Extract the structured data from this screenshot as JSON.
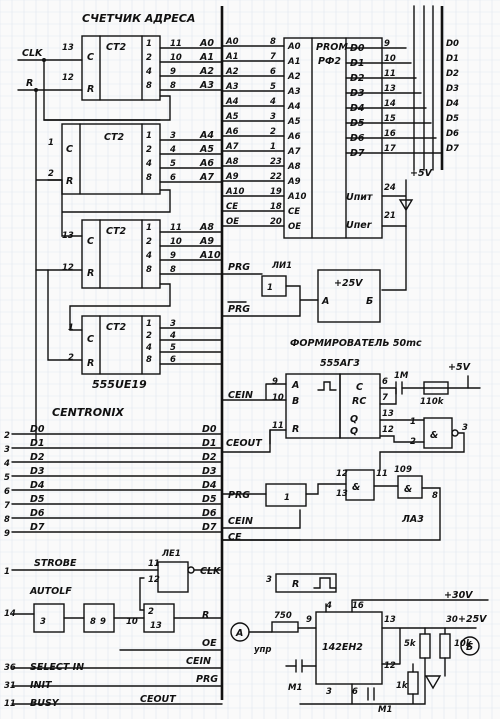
{
  "titles": {
    "address_counter": "СЧЕТЧИК АДРЕСА",
    "centronix": "CENTRONIX",
    "pulse_former": "ФОРМИРОВАТЕЛЬ 50mc",
    "counter_chip": "555UE19"
  },
  "counter": {
    "clk": "CLK",
    "r": "R",
    "clk_pin": "13",
    "r_pin": "12",
    "ct_label": "CT2",
    "c_label": "C",
    "r_label": "R",
    "weights": [
      "1",
      "2",
      "4",
      "8"
    ],
    "c1_pins": [
      "11",
      "10",
      "9",
      "8"
    ],
    "c1_outs": [
      "A0",
      "A1",
      "A2",
      "A3"
    ],
    "c2_pins": [
      "3",
      "4",
      "5",
      "6"
    ],
    "c2_outs": [
      "A4",
      "A5",
      "A6",
      "A7"
    ],
    "c3_pins": [
      "11",
      "10",
      "9",
      "8"
    ],
    "c3_outs": [
      "A8",
      "A9",
      "A10"
    ],
    "c4_pins": [
      "3",
      "4",
      "5",
      "6"
    ],
    "c2_in": [
      "1",
      "2"
    ],
    "c3_in": [
      "13",
      "12"
    ],
    "c4_in": [
      "1",
      "2"
    ]
  },
  "prom": {
    "title": "PROM",
    "type": "РФ2",
    "in_labels": [
      "A0",
      "A1",
      "A2",
      "A3",
      "A4",
      "A5",
      "A6",
      "A7",
      "A8",
      "A9",
      "A10",
      "CE",
      "OE"
    ],
    "in_pins": [
      "8",
      "7",
      "6",
      "5",
      "4",
      "3",
      "2",
      "1",
      "23",
      "22",
      "19",
      "18",
      "20"
    ],
    "chip_in": [
      "A0",
      "A1",
      "A2",
      "A3",
      "A4",
      "A5",
      "A6",
      "A7",
      "A8",
      "A9",
      "A10",
      "CE",
      "OE"
    ],
    "out_labels": [
      "D0",
      "D1",
      "D2",
      "D3",
      "D4",
      "D5",
      "D6",
      "D7"
    ],
    "out_pins": [
      "9",
      "10",
      "11",
      "13",
      "14",
      "15",
      "16",
      "17"
    ],
    "bus_outs": [
      "D0",
      "D1",
      "D2",
      "D3",
      "D4",
      "D5",
      "D6",
      "D7"
    ],
    "upr": "Uпит",
    "uper": "Uпer",
    "upr_pin": "24",
    "uper_pin": "21",
    "plus5": "+5V"
  },
  "prog": {
    "prg": "PRG",
    "prg_bar": "PRG",
    "gate": "ЛИ1",
    "pin": "1",
    "v25": "+25V",
    "a": "A",
    "b": "Б"
  },
  "former": {
    "chip": "555АГ3",
    "cein": "CEIN",
    "ceout": "CEOUT",
    "a": "A",
    "b": "B",
    "r": "R",
    "c": "C",
    "rc": "RC",
    "q": "Q",
    "pins": [
      "9",
      "10",
      "11",
      "6",
      "7",
      "13",
      "12"
    ],
    "cap": "1M",
    "res": "110k",
    "plus5": "+5V",
    "la3": "ЛА3",
    "gate_pins": [
      "1",
      "2",
      "3",
      "12",
      "13",
      "11",
      "10",
      "9",
      "8"
    ]
  },
  "centronix": {
    "pins": [
      "2",
      "3",
      "4",
      "5",
      "6",
      "7",
      "8",
      "9"
    ],
    "left": [
      "D0",
      "D1",
      "D2",
      "D3",
      "D4",
      "D5",
      "D6",
      "D7"
    ],
    "right": [
      "D0",
      "D1",
      "D2",
      "D3",
      "D4",
      "D5",
      "D6",
      "D7"
    ],
    "strobe": "STROBE",
    "strobe_pin": "1",
    "autolf": "AUTOLF",
    "autolf_pin": "14",
    "selectin": "SELECT IN",
    "selectin_pin": "36",
    "init": "INIT",
    "init_pin": "31",
    "busy": "BUSY",
    "busy_pin": "11",
    "le1": "ЛЕ1",
    "clk": "CLK",
    "r": "R",
    "oe": "OE",
    "cein": "CEIN",
    "prg": "PRG",
    "ceout": "CEOUT",
    "ceout_right": "CEOUT",
    "ce": "CE",
    "cein_out": "CEIN",
    "extra_pins": [
      "3",
      "8",
      "9",
      "10",
      "2",
      "13",
      "12"
    ]
  },
  "power": {
    "chip": "142ЕН2",
    "p30": "+30V",
    "p25": "+25V",
    "a": "A",
    "b": "Б",
    "upr": "упр",
    "r750": "750",
    "r5k": "5k",
    "r10k": "10k",
    "r1k": "1k",
    "cap": "M1",
    "cap2": "M1",
    "pins": [
      "9",
      "4",
      "16",
      "13",
      "12",
      "3",
      "6",
      "30"
    ],
    "rc": "R",
    "pin3": "3"
  }
}
